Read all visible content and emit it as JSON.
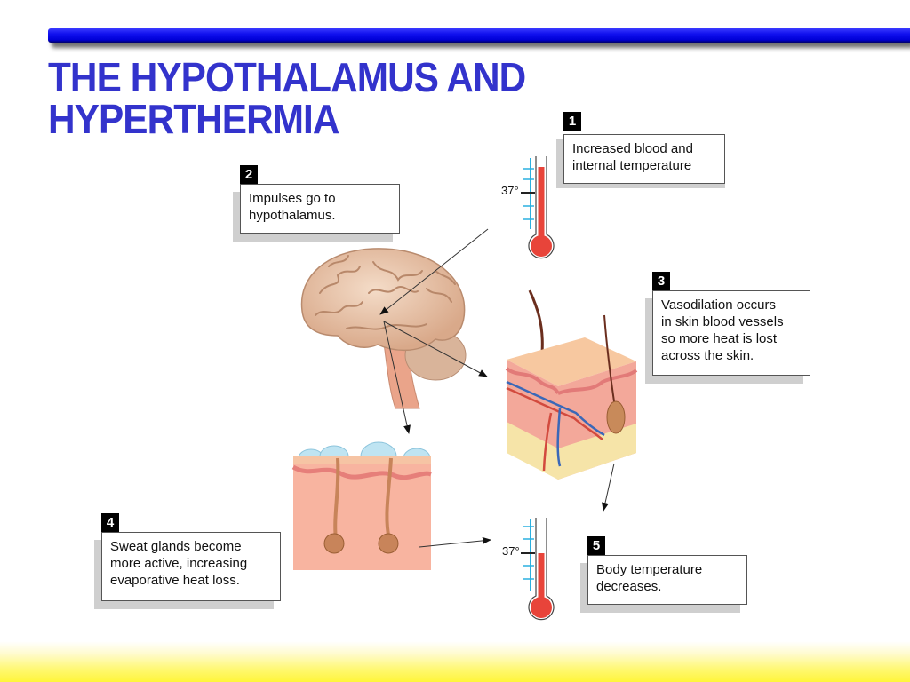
{
  "slide": {
    "title": "THE HYPOTHALAMUS AND\nHYPERTHERMIA",
    "colors": {
      "title": "#3333cc",
      "top_bar": "#0000e0",
      "bottom_bar": "#fff53a",
      "mercury": "#e8443a",
      "scale": "#2ab0e0"
    }
  },
  "steps": [
    {
      "number": "1",
      "text": "Increased blood and\ninternal temperature"
    },
    {
      "number": "2",
      "text": "Impulses go to\nhypothalamus."
    },
    {
      "number": "3",
      "text": "Vasodilation occurs\nin skin blood vessels\nso more heat is lost\nacross the skin."
    },
    {
      "number": "4",
      "text": "Sweat glands become\nmore active, increasing\nevaporative heat loss."
    },
    {
      "number": "5",
      "text": "Body temperature\ndecreases."
    }
  ],
  "thermometers": [
    {
      "id": "high",
      "label": "37°",
      "state": "elevated"
    },
    {
      "id": "normal",
      "label": "37°",
      "state": "normal"
    }
  ],
  "illustrations": [
    {
      "id": "brain",
      "label": "brain-sagittal-view"
    },
    {
      "id": "skin-block",
      "label": "skin-cross-section-vasodilation"
    },
    {
      "id": "sweat-skin",
      "label": "skin-cross-section-sweat-glands"
    }
  ]
}
